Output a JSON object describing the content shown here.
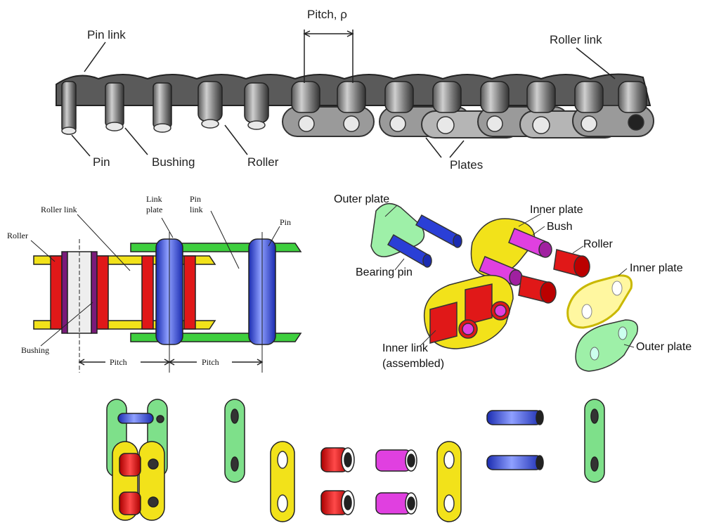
{
  "photo": {
    "labels": {
      "pitch": "Pitch, ρ",
      "pin_link": "Pin link",
      "roller_link": "Roller link",
      "pin": "Pin",
      "bushing": "Bushing",
      "roller": "Roller",
      "plates": "Plates"
    }
  },
  "schematic": {
    "labels": {
      "roller_link": "Roller link",
      "roller": "Roller",
      "link_plate_1": "Link",
      "link_plate_2": "plate",
      "pin_link_1": "Pin",
      "pin_link_2": "link",
      "pin": "Pin",
      "bushing": "Bushing",
      "pitch_1": "Pitch",
      "pitch_2": "Pitch"
    }
  },
  "exploded": {
    "labels": {
      "outer_plate_top": "Outer plate",
      "inner_plate_top": "Inner plate",
      "bush": "Bush",
      "roller": "Roller",
      "inner_plate_right": "Inner plate",
      "bearing_pin": "Bearing pin",
      "inner_link_1": "Inner link",
      "inner_link_2": "(assembled)",
      "outer_plate_right": "Outer plate"
    }
  },
  "colors": {
    "outer_plate": "#7ee08a",
    "inner_plate": "#f2e21a",
    "pin": "#2a3fd6",
    "bush": "#e040e0",
    "roller": "#e01818",
    "chain_metal": "#8a8a8a"
  }
}
